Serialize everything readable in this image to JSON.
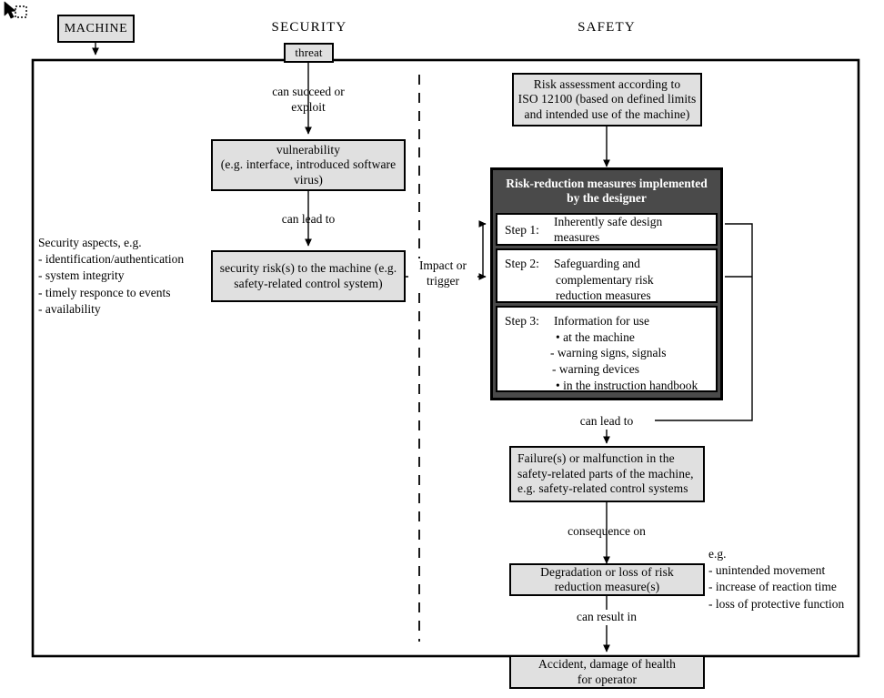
{
  "headings": {
    "machine": "MACHINE",
    "security": "SECURITY",
    "safety": "SAFETY"
  },
  "security": {
    "threat_box": "threat",
    "edge_threat_to_vulnerability": "can succeed or\nexploit",
    "vulnerability_box": "vulnerability\n(e.g. interface, introduced software\nvirus)",
    "edge_vulnerability_to_risk": "can lead to",
    "risk_box": "security risk(s) to the machine (e.g.\nsafety-related control system)",
    "aspects_note": "Security aspects, e.g.\n- identification/authentication\n- system integrity\n- timely responce to events\n- availability"
  },
  "bridge": {
    "impact_label": "Impact or\ntrigger"
  },
  "safety": {
    "risk_assessment_box": "Risk assessment according to\nISO 12100 (based on defined limits\nand intended use of the machine)",
    "measures": {
      "header": "Risk-reduction measures implemented\nby the designer",
      "steps": [
        {
          "label": "Step 1:",
          "text": "Inherently safe design measures",
          "sub": "",
          "bullets": []
        },
        {
          "label": "Step 2:",
          "text": "Safeguarding and",
          "sub": "complementary risk\nreduction measures",
          "bullets": []
        },
        {
          "label": "Step 3:",
          "text": "Information for use",
          "sub": "",
          "bullets": [
            "• at the machine",
            "- warning signs, signals",
            "- warning devices",
            "• in the instruction handbook"
          ]
        }
      ]
    },
    "edge_measures_to_failure": "can lead to",
    "failure_box": "Failure(s) or malfunction in the\nsafety-related parts of the machine,\ne.g. safety-related control systems",
    "edge_failure_to_degradation": "consequence on",
    "degradation_box": "Degradation or loss of risk\nreduction measure(s)",
    "degradation_note": "e.g.\n- unintended movement\n- increase of reaction time\n- loss of protective function",
    "edge_degradation_to_accident": "can result in",
    "accident_box": "Accident, damage of health\nfor operator"
  },
  "colors": {
    "box_fill": "#e0e0e0",
    "dark_fill": "#4a4a4a",
    "white_fill": "#ffffff",
    "stroke": "#000000",
    "page_bg": "#ffffff"
  }
}
